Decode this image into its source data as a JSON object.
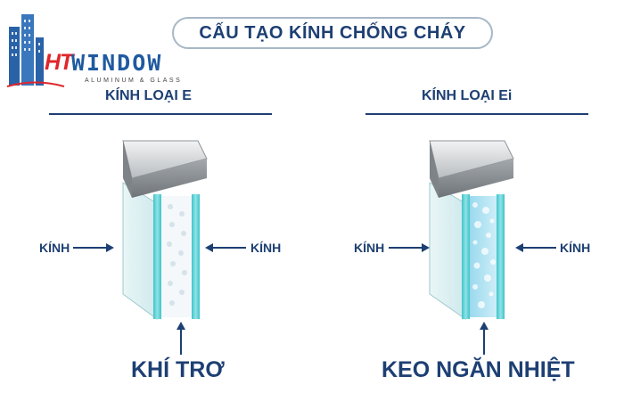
{
  "title": "CẤU TẠO KÍNH CHỐNG CHÁY",
  "logo": {
    "brand_mark": "HT",
    "brand_name": "WINDOW",
    "tagline": "ALUMINUM & GLASS"
  },
  "panels": [
    {
      "heading": "KÍNH LOẠI E",
      "left_label": "KÍNH",
      "right_label": "KÍNH",
      "core_label": "KHÍ TRƠ"
    },
    {
      "heading": "KÍNH LOẠI Ei",
      "left_label": "KÍNH",
      "right_label": "KÍNH",
      "core_label": "KEO NGĂN NHIỆT"
    }
  ],
  "colors": {
    "navy": "#1d3f73",
    "brand_red": "#e0262b",
    "brand_blue": "#1f5aa0",
    "glass_cyan": "#5fd1d6",
    "frame_grey": "#8f9498"
  }
}
